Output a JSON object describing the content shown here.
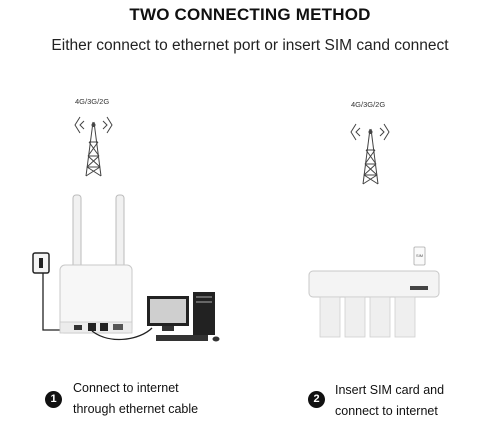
{
  "header": {
    "title": "TWO CONNECTING METHOD",
    "subtitle": "Either connect to ethernet port or insert SIM cand connect"
  },
  "methods": [
    {
      "badge": "1",
      "network_label": "4G/3G/2G",
      "text_line1": "Connect to internet",
      "text_line2": "through ethernet cable"
    },
    {
      "badge": "2",
      "network_label": "4G/3G/2G",
      "text_line1": "Insert SIM card and",
      "text_line2": "connect to internet"
    }
  ],
  "sim_card_marking": "SIM"
}
